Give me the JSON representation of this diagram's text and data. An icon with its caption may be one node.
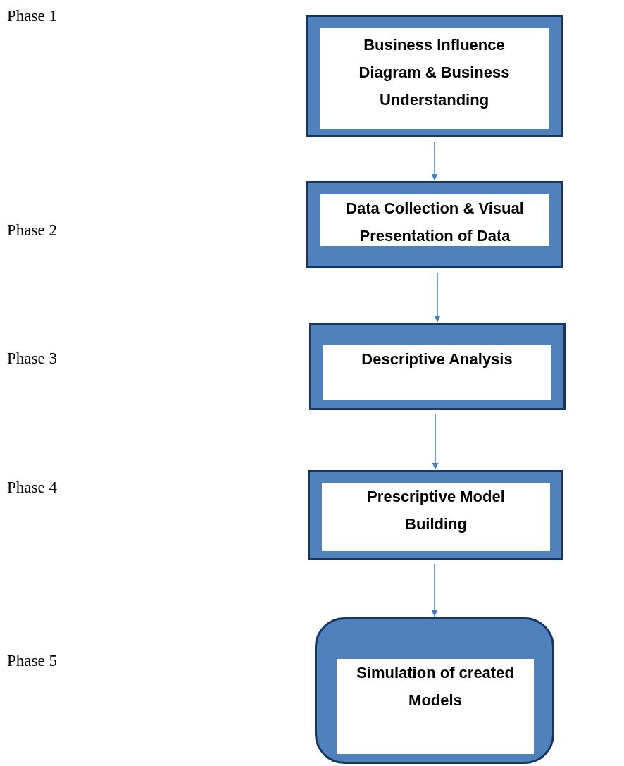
{
  "diagram": {
    "nodes": [
      {
        "text": [
          "Business Influence Diagram & Business Understanding"
        ]
      },
      {
        "text": [
          "Data Collection & Visual Presentation of Data"
        ]
      },
      {
        "text": [
          "Descriptive Analysis"
        ]
      },
      {
        "text": [
          "Prescriptive Model Building"
        ]
      },
      {
        "text": [
          "Simulation of created Models"
        ]
      }
    ],
    "edges": [
      {
        "from": 0,
        "to": 1,
        "arrow": "to"
      },
      {
        "from": 1,
        "to": 2,
        "arrow": "to"
      },
      {
        "from": 2,
        "to": 3,
        "arrow": "to"
      },
      {
        "from": 3,
        "to": 4,
        "arrow": "to"
      }
    ],
    "labels": [
      "Phase 1",
      "Phase 2",
      "Phase 3",
      "Phase 4",
      "Phase 5"
    ]
  }
}
